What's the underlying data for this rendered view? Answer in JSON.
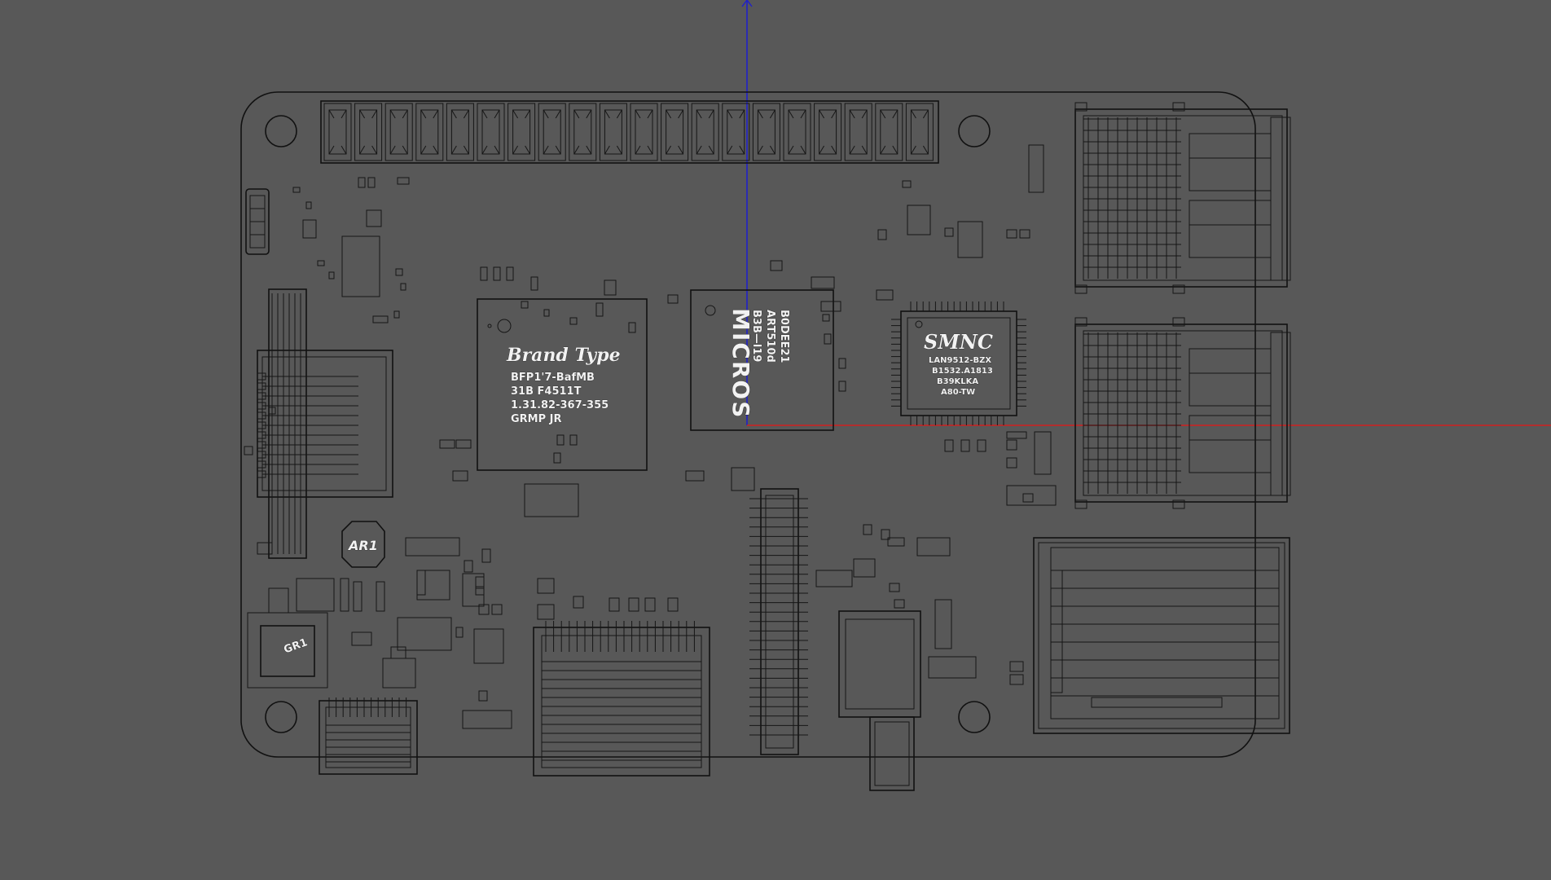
{
  "viewport": {
    "background": "#585858",
    "board_outline_color": "#111111",
    "label_color": "#f2f2f2",
    "axis_x_color": "#d02020",
    "axis_y_color": "#2020c8"
  },
  "chips": {
    "brand": {
      "title": "Brand Type",
      "lines": [
        "BFP1'7-BafMB",
        "31B F4511T",
        "1.31.82-367-355",
        "GRMP JR"
      ]
    },
    "micros": {
      "title": "MICROS",
      "lines": [
        "B3B—l19",
        "ART510d",
        "B0DEE21"
      ]
    },
    "smnc": {
      "title": "SMNC",
      "lines": [
        "LAN9512-BZX",
        "B1532.A1813",
        "B39KLKA",
        "A80-TW"
      ]
    },
    "ar1": {
      "label": "AR1"
    },
    "gr1": {
      "label": "GR1"
    }
  }
}
